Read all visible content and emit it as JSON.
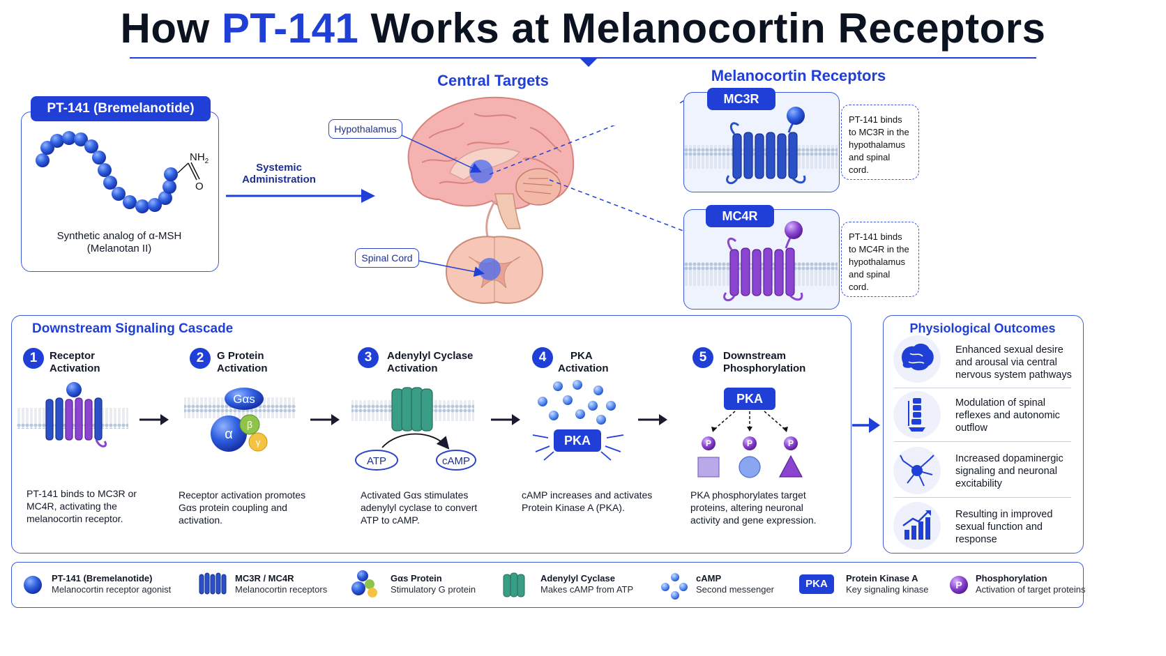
{
  "title": {
    "prefix": "How ",
    "highlight": "PT-141",
    "suffix": " Works at Melanocortin Receptors"
  },
  "drug_card": {
    "label": "PT-141 (Bremelanotide)",
    "nh2": "NH",
    "nh2_sub": "2",
    "o": "O",
    "caption_line1": "Synthetic analog of α-MSH",
    "caption_line2": "(Melanotan II)"
  },
  "admin": {
    "line1": "Systemic",
    "line2": "Administration"
  },
  "central": {
    "heading": "Central Targets",
    "hypothalamus": "Hypothalamus",
    "spinal_cord": "Spinal Cord"
  },
  "receptors": {
    "heading": "Melanocortin Receptors",
    "mc3r": {
      "label": "MC3R",
      "desc": "PT-141 binds to MC3R in the hypothalamus and spinal cord."
    },
    "mc4r": {
      "label": "MC4R",
      "desc": "PT-141 binds to MC4R in the hypothalamus and spinal cord."
    }
  },
  "cascade": {
    "heading": "Downstream Signaling Cascade",
    "steps": [
      {
        "num": "1",
        "title1": "Receptor",
        "title2": "Activation",
        "desc": "PT-141 binds to MC3R or MC4R, activating the melanocortin receptor."
      },
      {
        "num": "2",
        "title1": "G Protein",
        "title2": "Activation",
        "desc": "Receptor activation promotes Gαs protein coupling and activation."
      },
      {
        "num": "3",
        "title1": "Adenylyl Cyclase",
        "title2": "Activation",
        "desc": "Activated Gαs stimulates adenylyl cyclase to convert ATP to cAMP."
      },
      {
        "num": "4",
        "title1": "PKA",
        "title2": "Activation",
        "desc": "cAMP increases and activates Protein Kinase A (PKA)."
      },
      {
        "num": "5",
        "title1": "Downstream",
        "title2": "Phosphorylation",
        "desc": "PKA phosphorylates target proteins, altering neuronal activity and gene expression."
      }
    ],
    "gas": "Gαs",
    "alpha": "α",
    "beta": "β",
    "gamma": "γ",
    "atp": "ATP",
    "camp": "cAMP",
    "pka": "PKA",
    "p": "P"
  },
  "outcomes": {
    "heading": "Physiological Outcomes",
    "items": [
      {
        "icon": "brain-icon",
        "text": "Enhanced sexual desire and arousal via central nervous system pathways"
      },
      {
        "icon": "spine-icon",
        "text": "Modulation of spinal reflexes and autonomic outflow"
      },
      {
        "icon": "neuron-icon",
        "text": "Increased dopaminergic signaling and neuronal excitability"
      },
      {
        "icon": "growth-chart-icon",
        "text": "Resulting in improved sexual function and response"
      }
    ]
  },
  "legend": [
    {
      "name": "PT-141 (Bremelanotide)",
      "desc": "Melanocortin receptor agonist"
    },
    {
      "name": "MC3R / MC4R",
      "desc": "Melanocortin receptors"
    },
    {
      "name": "Gαs Protein",
      "desc": "Stimulatory G protein"
    },
    {
      "name": "Adenylyl Cyclase",
      "desc": "Makes cAMP from ATP"
    },
    {
      "name": "cAMP",
      "desc": "Second messenger"
    },
    {
      "name": "Protein Kinase A",
      "desc": "Key signaling kinase",
      "badge": "PKA"
    },
    {
      "name": "Phosphorylation",
      "desc": "Activation of target proteins",
      "badge": "P"
    }
  ],
  "colors": {
    "accent": "#1f3fd6",
    "mc3r": "#2b4fc7",
    "mc4r": "#7b3fc4",
    "brain": "#f2a6a6",
    "cyclase": "#3a9e86"
  }
}
